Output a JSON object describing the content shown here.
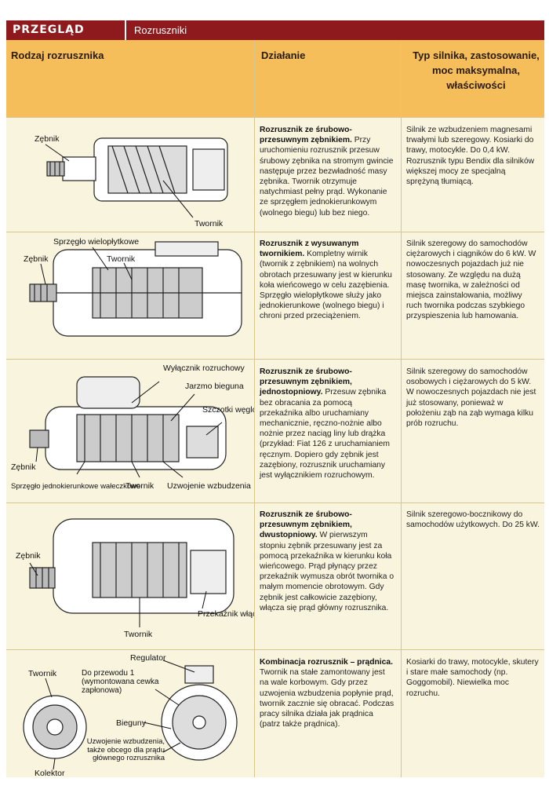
{
  "header": {
    "section": "PRZEGLĄD",
    "title": "Rozruszniki"
  },
  "columns": [
    "Rodzaj rozrusznika",
    "Działanie",
    "Typ silnika, zastosowanie, moc maksymalna, właściwości"
  ],
  "rows": [
    {
      "labels": [
        "Zębnik",
        "Twornik"
      ],
      "action_bold": "Rozrusznik ze śrubowo-przesuwnym zębnikiem.",
      "action_text": " Przy uruchomieniu rozrusznik przesuw śrubowy zębnika na stromym gwincie następuje przez bezwładność masy zębnika. Twornik otrzymuje natychmiast pełny prąd. Wykonanie ze sprzęgłem jednokierunkowym (wolnego biegu) lub bez niego.",
      "engine": "Silnik ze wzbudzeniem magnesami trwałymi lub szeregowy. Kosiarki do trawy, motocykle. Do 0,4 kW. Rozrusznik typu Bendix dla silników większej mocy ze specjalną sprężyną tłumiącą."
    },
    {
      "labels": [
        "Sprzęgło wielopłytkowe",
        "Zębnik",
        "Twornik"
      ],
      "action_bold": "Rozrusznik z wysuwanym twornikiem.",
      "action_text": " Kompletny wirnik (twornik z zębnikiem) na wolnych obrotach przesuwany jest w kierunku koła wieńcowego w celu zazębienia. Sprzęgło wielopłytkowe służy jako jednokierunkowe (wolnego biegu) i chroni przed przeciążeniem.",
      "engine": "Silnik szeregowy do samochodów ciężarowych i ciągników do 6 kW. W nowoczesnych pojazdach już nie stosowany. Ze względu na dużą masę twornika, w zależności od miejsca zainstalowania, możliwy ruch twornika podczas szybkiego przyspieszenia lub hamowania."
    },
    {
      "labels": [
        "Wyłącznik rozruchowy",
        "Jarzmo bieguna",
        "Szczotki węglowe",
        "Zębnik",
        "Sprzęgło jednokierunkowe wałeczkowe",
        "Twornik",
        "Uzwojenie wzbudzenia"
      ],
      "action_bold": "Rozrusznik ze śrubowo-przesuwnym zębnikiem, jednostopniowy.",
      "action_text": " Przesuw zębnika bez obracania za pomocą przekaźnika albo uruchamiany mechanicznie, ręczno-nożnie albo nożnie przez naciąg liny lub drążka (przykład: Fiat 126 z uruchamianiem ręcznym. Dopiero gdy zębnik jest zazębiony, rozrusznik uruchamiany jest wyłącznikiem rozruchowym.",
      "engine": "Silnik szeregowy do samochodów osobowych i ciężarowych do 5 kW. W nowoczesnych pojazdach nie jest już stosowany, ponieważ w położeniu ząb na ząb wymaga kilku prób rozruchu."
    },
    {
      "labels": [
        "Zębnik",
        "Przekaźnik włączania",
        "Twornik"
      ],
      "action_bold": "Rozrusznik ze śrubowo-przesuwnym zębnikiem, dwustopniowy.",
      "action_text": " W pierwszym stopniu zębnik przesuwany jest za pomocą przekaźnika w kierunku koła wieńcowego. Prąd płynący przez przekaźnik wymusza obrót twornika o małym momencie obrotowym. Gdy zębnik jest całkowicie zazębiony, włącza się prąd główny rozrusznika.",
      "engine": "Silnik szeregowo-bocznikowy do samochodów użytkowych. Do 25 kW."
    },
    {
      "labels": [
        "Regulator",
        "Twornik",
        "Do przewodu 1 (wymontowana cewka zapłonowa)",
        "Bieguny",
        "Uzwojenie wzbudzenia, także obcego dla prądu głównego rozrusznika",
        "Kolektor"
      ],
      "action_bold": "Kombinacja rozrusznik – prądnica.",
      "action_text": " Twornik na stałe zamontowany jest na wale korbowym. Gdy przez uzwojenia wzbudzenia popłynie prąd, twornik zacznie się obracać. Podczas pracy silnika działa jak prądnica (patrz także prądnica).",
      "engine": "Kosiarki do trawy, motocykle, skutery i stare małe samochody (np. Goggomobil). Niewielka moc rozruchu."
    }
  ]
}
